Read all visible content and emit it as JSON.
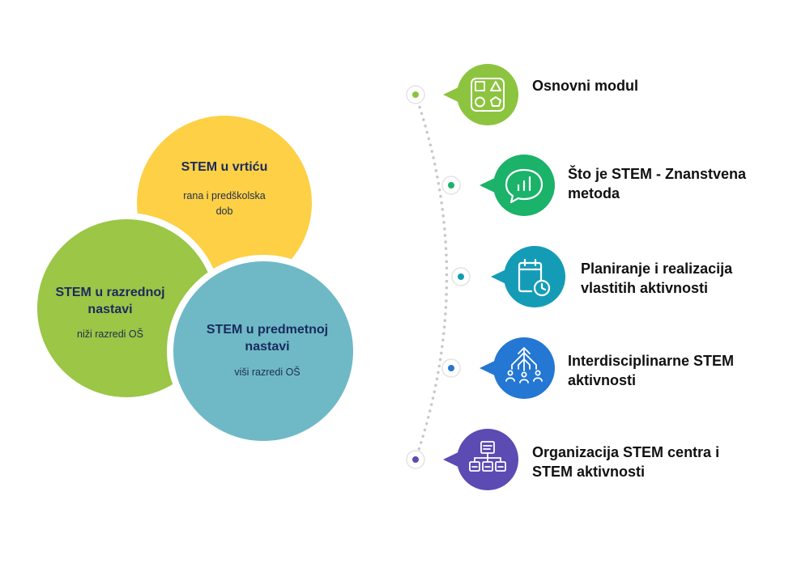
{
  "circles": [
    {
      "id": "vrtic",
      "title": "STEM u vrtiću",
      "subtitle": "rana i predškolska dob",
      "color": "#FDD046"
    },
    {
      "id": "razredna",
      "title": "STEM u razrednoj nastavi",
      "subtitle": "niži razredi OŠ",
      "color": "#9BC646"
    },
    {
      "id": "predmetna",
      "title": "STEM u predmetnoj nastavi",
      "subtitle": "viši razredi OŠ",
      "color": "#6FB9C6"
    }
  ],
  "steps": [
    {
      "label": "Osnovni modul",
      "color": "#8CC43F",
      "icon": "shapes-icon"
    },
    {
      "label": "Što je STEM - Znanstvena metoda",
      "color": "#1BB269",
      "icon": "chat-chart-icon"
    },
    {
      "label": "Planiranje i realizacija vlastitih aktivnosti",
      "color": "#149CB7",
      "icon": "calendar-clock-icon"
    },
    {
      "label": "Interdisciplinarne STEM aktivnosti",
      "color": "#2477D2",
      "icon": "network-people-icon"
    },
    {
      "label": "Organizacija STEM centra i STEM aktivnosti",
      "color": "#5B4BB3",
      "icon": "org-chart-icon"
    }
  ]
}
